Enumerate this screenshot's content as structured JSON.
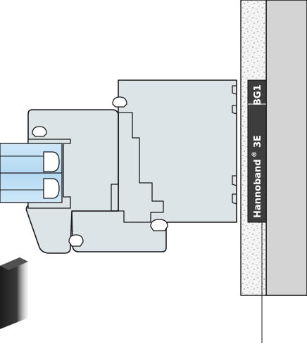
{
  "tape": {
    "brand": "Hannoband",
    "registered": "®",
    "product": "3E",
    "rating": "BG1",
    "color": "#3d3d3d",
    "text_color": "#ffffff"
  },
  "colors": {
    "profile_fill": "#dde4e8",
    "profile_stroke": "#1a1a1a",
    "plaster": "#f2f2f2",
    "wall": "#d4d4d4",
    "glass": "#b6daf2",
    "foam": "#2a2a2a"
  }
}
